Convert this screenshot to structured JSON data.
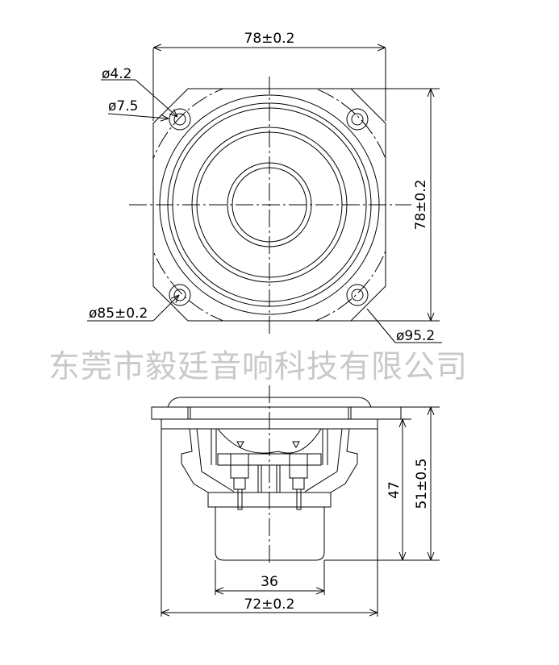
{
  "front_view": {
    "width_dim": "78±0.2",
    "height_dim": "78±0.2",
    "hole_inner_dia": "ø4.2",
    "hole_outer_dia": "ø7.5",
    "mount_circle_dia": "ø85±0.2",
    "outer_dia": "ø95.2"
  },
  "side_view": {
    "magnet_dia": "36",
    "basket_dia": "72±0.2",
    "depth": "47",
    "total_depth": "51±0.5"
  },
  "watermark": "东莞市毅廷音响科技有限公司"
}
